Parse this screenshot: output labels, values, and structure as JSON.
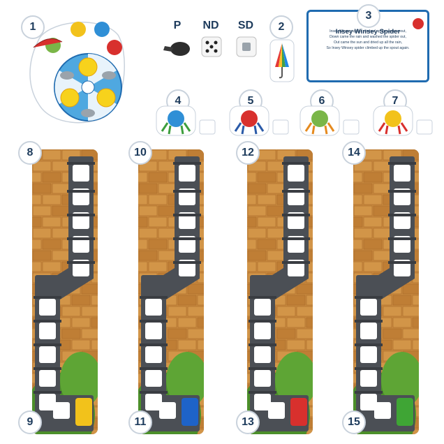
{
  "labels": {
    "n1": "1",
    "n2": "2",
    "n3": "3",
    "n4": "4",
    "n5": "5",
    "n6": "6",
    "n7": "7",
    "n8": "8",
    "n9": "9",
    "n10": "10",
    "n11": "11",
    "n12": "12",
    "n13": "13",
    "n14": "14",
    "n15": "15",
    "p": "P",
    "nd": "ND",
    "sd": "SD"
  },
  "poem": {
    "title": "Insey Winsey Spider",
    "lines": [
      "Insey Winsey spider climbed up the waterspout,",
      "Down came the rain and washed the spider out,",
      "Out came the sun and dried up all the rain,",
      "So Insey Winsey spider climbed up the spout again."
    ]
  },
  "colors": {
    "brick": "#c98a3e",
    "pipe": "#4b4f55",
    "yellow_spider": "#f2c21b",
    "blue_spider": "#2f8fd6",
    "red_spider": "#d8302d",
    "green_spider": "#7ab648"
  }
}
